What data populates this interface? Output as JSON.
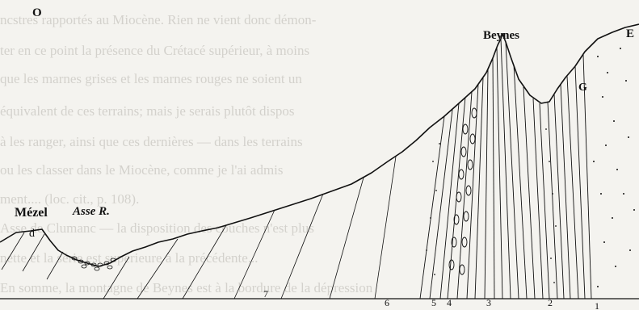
{
  "figure": {
    "orientation_left": "O",
    "orientation_right": "E",
    "places": {
      "mezel": "Mézel",
      "asse": "Asse R.",
      "beynes": "Beynes"
    },
    "letters": {
      "g": "G",
      "d": "d"
    },
    "layer_numbers": [
      "1",
      "2",
      "3",
      "4",
      "5",
      "6",
      "7"
    ]
  },
  "background_text": {
    "lines": [
      "ncstres rapportés au Miocène. Rien ne vient donc démon-",
      "ter en ce point la présence du Crétacé supérieur, à moins",
      "que les marnes grises et les marnes rouges ne soient un",
      "équivalent de ces terrains; mais je serais plutôt dispos",
      "à les ranger, ainsi que ces dernières — dans les terrains",
      "ou les classer dans le Miocène, comme je l'ai admis",
      "ment.... (loc. cit., p. 108).",
      "Asse de Clumanc — la disposition des couches n'est plus",
      "nette et la série est supérieure à la précédente...",
      "En somme, la montagne de Beynes est à la bordure de la dépression"
    ]
  },
  "colors": {
    "ink": "#111111",
    "paper": "#f4f3ef",
    "bleed": "#b9b7b0"
  }
}
